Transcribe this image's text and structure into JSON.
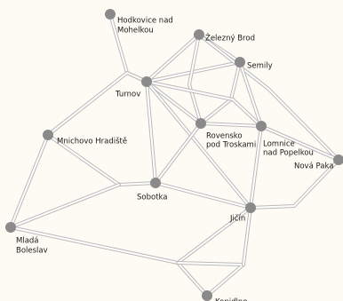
{
  "map": {
    "cities": [
      {
        "id": "hodkovice",
        "name_lines": [
          "Hodkovice nad",
          "Mohelkou"
        ]
      },
      {
        "id": "zelezny-brod",
        "name_lines": [
          "Železný Brod"
        ]
      },
      {
        "id": "semily",
        "name_lines": [
          "Semily"
        ]
      },
      {
        "id": "turnov",
        "name_lines": [
          "Turnov"
        ]
      },
      {
        "id": "rovensko",
        "name_lines": [
          "Rovensko",
          "pod Troskami"
        ]
      },
      {
        "id": "lomnice",
        "name_lines": [
          "Lomnice",
          "nad Popelkou"
        ]
      },
      {
        "id": "nova-paka",
        "name_lines": [
          "Nová Paka"
        ]
      },
      {
        "id": "mnichovo-hradiste",
        "name_lines": [
          "Mnichovo Hradiště"
        ]
      },
      {
        "id": "sobotka",
        "name_lines": [
          "Sobotka"
        ]
      },
      {
        "id": "jicin",
        "name_lines": [
          "Jičín"
        ]
      },
      {
        "id": "mlada-boleslav",
        "name_lines": [
          "Mladá",
          "Boleslav"
        ]
      },
      {
        "id": "kopidlno",
        "name_lines": [
          "Kopidlno"
        ]
      }
    ],
    "colors": {
      "background": "#fdfbf3",
      "road_casing": "#b9b9b9",
      "road_fill": "#ffffff",
      "city_dot": "#8a8a8a",
      "label": "#1a1a1a"
    }
  }
}
